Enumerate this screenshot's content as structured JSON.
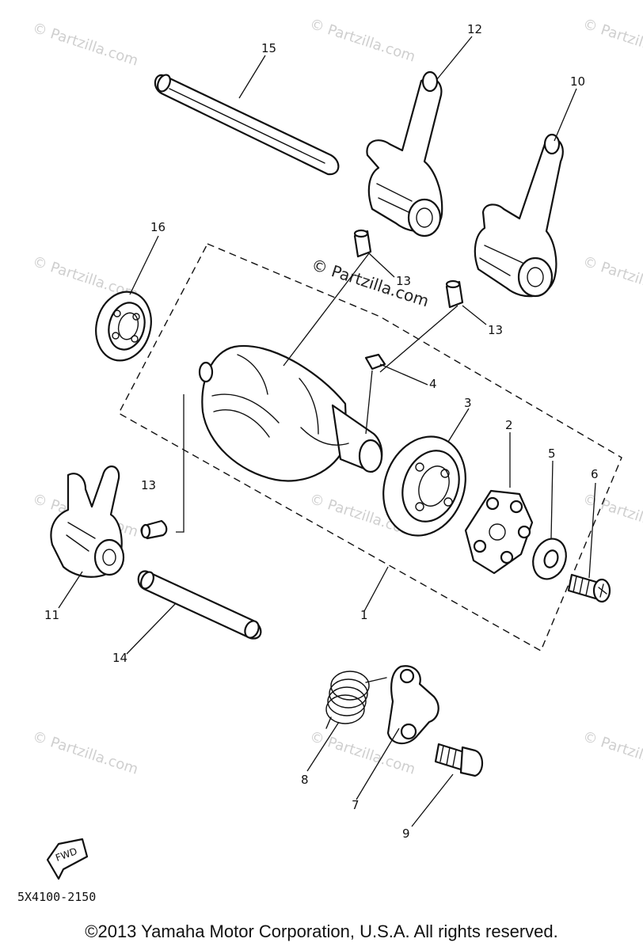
{
  "callouts": {
    "c1": "1",
    "c2": "2",
    "c3": "3",
    "c4": "4",
    "c5": "5",
    "c6": "6",
    "c7": "7",
    "c8": "8",
    "c9": "9",
    "c10": "10",
    "c11": "11",
    "c12": "12",
    "c13a": "13",
    "c13b": "13",
    "c13c": "13",
    "c14": "14",
    "c15": "15",
    "c16": "16"
  },
  "watermark": {
    "center": "© Partzilla.com",
    "repeat": "© Partzilla.com"
  },
  "fwd_label": "FWD",
  "diagram_code": "5X4100-2150",
  "copyright": "©2013 Yamaha Motor Corporation, U.S.A. All rights reserved."
}
